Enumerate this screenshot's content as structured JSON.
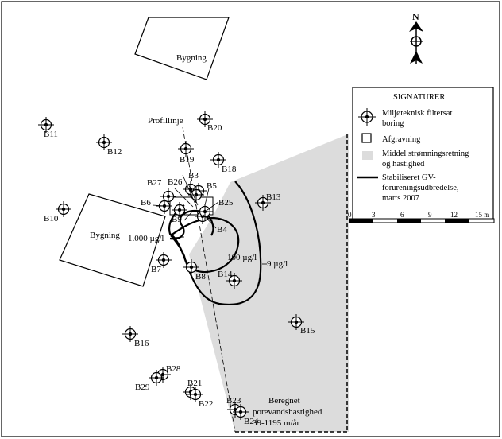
{
  "buildings": [
    {
      "label": "Bygning"
    },
    {
      "label": "Bygning"
    }
  ],
  "profile_line_label": "Profillinje",
  "contour_labels": [
    "1.000 µg/l",
    "100 µg/l",
    "9 µg/l"
  ],
  "velocity_note": [
    "Beregnet",
    "porevandshastighed",
    "39-1195 m/år"
  ],
  "boreholes": [
    "B3",
    "B4",
    "B5",
    "B6",
    "B7",
    "B8",
    "B9",
    "B10",
    "B11",
    "B12",
    "B13",
    "B14",
    "B15",
    "B16",
    "B18",
    "B19",
    "B20",
    "B21",
    "B22",
    "B23",
    "B24",
    "B25",
    "B26",
    "B27",
    "B28",
    "B29"
  ],
  "north_label": "N",
  "legend": {
    "title": "SIGNATURER",
    "items": [
      {
        "id": "borehole",
        "lines": [
          "Miljøteknisk filtersat",
          "boring"
        ]
      },
      {
        "id": "excavation",
        "lines": [
          "Afgravning"
        ]
      },
      {
        "id": "flow",
        "lines": [
          "Middel strømningsretning",
          "og hastighed"
        ]
      },
      {
        "id": "plume",
        "lines": [
          "Stabiliseret GV-",
          "forureningsudbredelse,",
          "marts 2007"
        ]
      }
    ]
  },
  "scale_bar": {
    "ticks": [
      "0",
      "3",
      "6",
      "9",
      "12",
      "15 m"
    ]
  },
  "colors": {
    "flow_area": "#dcdcdc",
    "ink": "#000000",
    "background": "#ffffff"
  }
}
